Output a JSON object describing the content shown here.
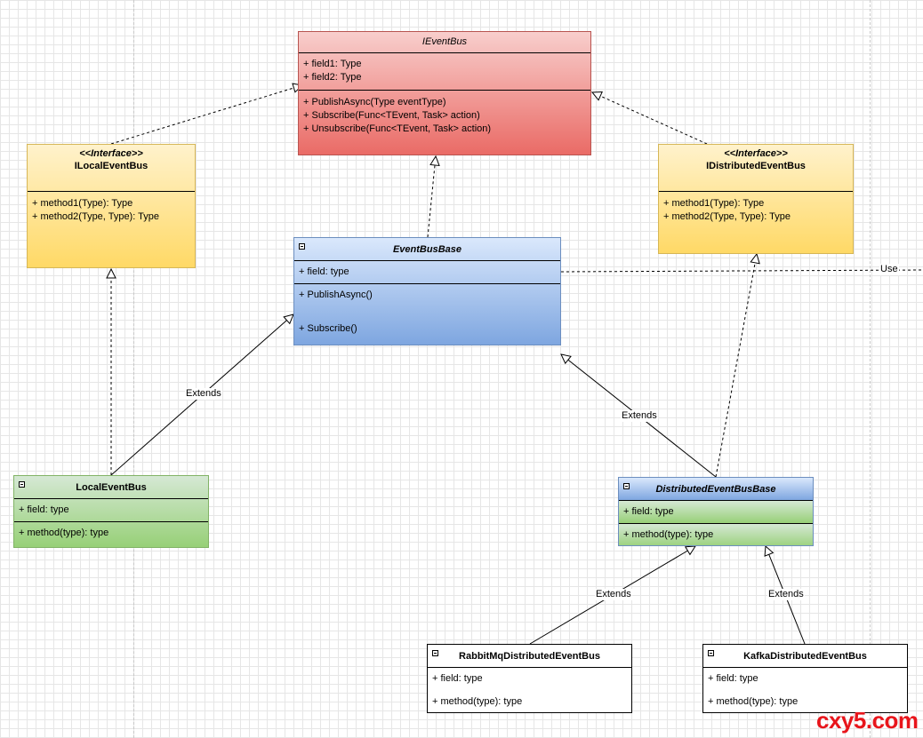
{
  "classes": {
    "ieventbus": {
      "name": "IEventBus",
      "fields": [
        "+ field1: Type",
        "+ field2: Type"
      ],
      "methods": [
        "+ PublishAsync(Type eventType)",
        "+ Subscribe(Func<TEvent, Task> action)",
        "+ Unsubscribe(Func<TEvent, Task> action)"
      ]
    },
    "ilocaleventbus": {
      "stereotype": "<<Interface>>",
      "name": "ILocalEventBus",
      "methods": [
        "+ method1(Type): Type",
        "+ method2(Type, Type): Type"
      ]
    },
    "idistributedeventbus": {
      "stereotype": "<<Interface>>",
      "name": "IDistributedEventBus",
      "methods": [
        "+ method1(Type): Type",
        "+ method2(Type, Type): Type"
      ]
    },
    "eventbusbase": {
      "name": "EventBusBase",
      "fields": [
        "+ field: type"
      ],
      "methods": [
        "+ PublishAsync()",
        "+ Subscribe()"
      ]
    },
    "localeventbus": {
      "name": "LocalEventBus",
      "fields": [
        "+ field: type"
      ],
      "methods": [
        "+ method(type): type"
      ]
    },
    "distributedeventbusbase": {
      "name": "DistributedEventBusBase",
      "fields": [
        "+ field: type"
      ],
      "methods": [
        "+ method(type): type"
      ]
    },
    "rabbitmqdistributedeventbus": {
      "name": "RabbitMqDistributedEventBus",
      "fields": [
        "+ field: type"
      ],
      "methods": [
        "+ method(type): type"
      ]
    },
    "kafkadistributedeventbus": {
      "name": "KafkaDistributedEventBus",
      "fields": [
        "+ field: type"
      ],
      "methods": [
        "+ method(type): type"
      ]
    }
  },
  "edge_labels": {
    "extends": "Extends",
    "use": "Use"
  },
  "watermark": "cxy5.com",
  "colors": {
    "red_fill_top": "#f8cecc",
    "red_fill_bottom": "#ea6b66",
    "yellow_fill_top": "#fff2cc",
    "yellow_fill_bottom": "#ffd966",
    "blue_fill_top": "#dae8fc",
    "blue_fill_bottom": "#7ea6e0",
    "green_fill_top": "#d5e8d4",
    "green_fill_bottom": "#97d077",
    "watermark": "#e8151b"
  }
}
